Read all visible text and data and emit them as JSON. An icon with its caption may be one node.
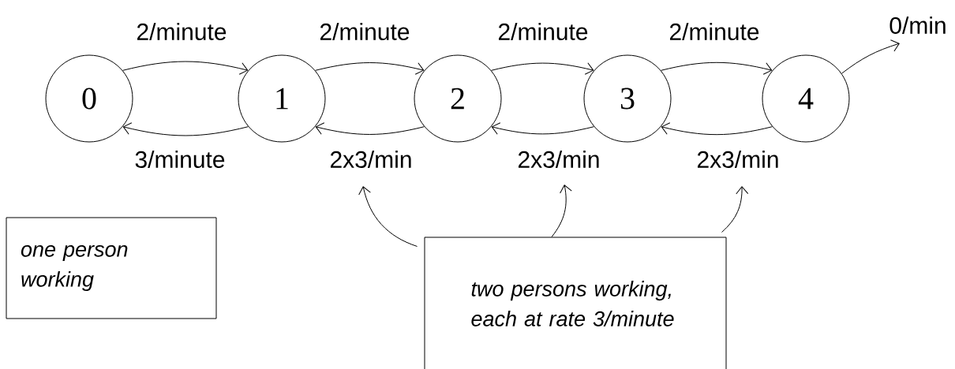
{
  "diagram": {
    "nodes": [
      {
        "text": [
          "0"
        ]
      },
      {
        "text": [
          "1"
        ]
      },
      {
        "text": [
          "2"
        ]
      },
      {
        "text": [
          "3"
        ]
      },
      {
        "text": [
          "4"
        ]
      },
      {
        "text": [
          "one person working"
        ]
      },
      {
        "text": [
          "two persons working, each at rate 3/minute"
        ]
      }
    ],
    "edges": [
      {
        "from": 0,
        "to": 1,
        "arrow": "to",
        "label": "2/minute"
      },
      {
        "from": 1,
        "to": 2,
        "arrow": "to",
        "label": "2/minute"
      },
      {
        "from": 2,
        "to": 3,
        "arrow": "to",
        "label": "2/minute"
      },
      {
        "from": 3,
        "to": 4,
        "arrow": "to",
        "label": "2/minute"
      },
      {
        "from": 4,
        "to": null,
        "arrow": "to",
        "label": "0/min"
      },
      {
        "from": 1,
        "to": 0,
        "arrow": "to",
        "label": "3/minute"
      },
      {
        "from": 2,
        "to": 1,
        "arrow": "to",
        "label": "2x3/min"
      },
      {
        "from": 3,
        "to": 2,
        "arrow": "to",
        "label": "2x3/min"
      },
      {
        "from": 4,
        "to": 3,
        "arrow": "to",
        "label": "2x3/min"
      },
      {
        "from": 6,
        "to": null,
        "arrow": "to"
      },
      {
        "from": 6,
        "to": null,
        "arrow": "to"
      },
      {
        "from": 6,
        "to": null,
        "arrow": "to"
      }
    ]
  }
}
